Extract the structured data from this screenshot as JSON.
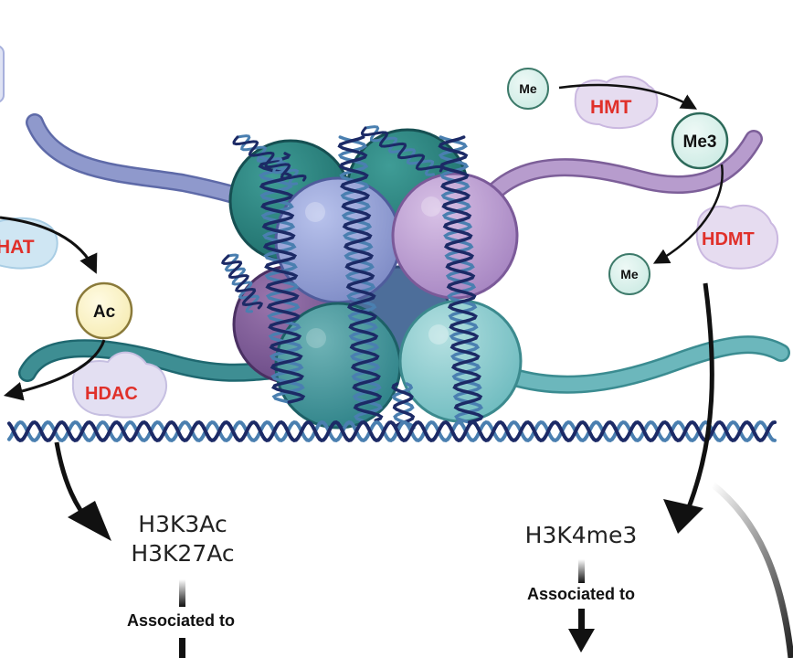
{
  "enzymes": {
    "hat": "HAT",
    "hdac": "HDAC",
    "hmt": "HMT",
    "hdmt": "HDMT"
  },
  "groups": {
    "acetyl": "Ac",
    "methyl_free_top": "Me",
    "methyl_bound": "Me3",
    "methyl_free_bottom": "Me"
  },
  "marks": {
    "acetylation_line1": "H3K3Ac",
    "acetylation_line2": "H3K27Ac",
    "methylation": "H3K4me3"
  },
  "association": {
    "left": "Associated to",
    "right": "Associated to"
  },
  "colors": {
    "tail_blue": "#8f99cc",
    "tail_teal": "#3e8e93",
    "tail_purple": "#b79ccd",
    "tail_light_teal": "#6cb7bc",
    "dna_dark": "#1c2a66",
    "dna_light": "#4a7fb0",
    "enzyme_red": "#e0302a"
  }
}
